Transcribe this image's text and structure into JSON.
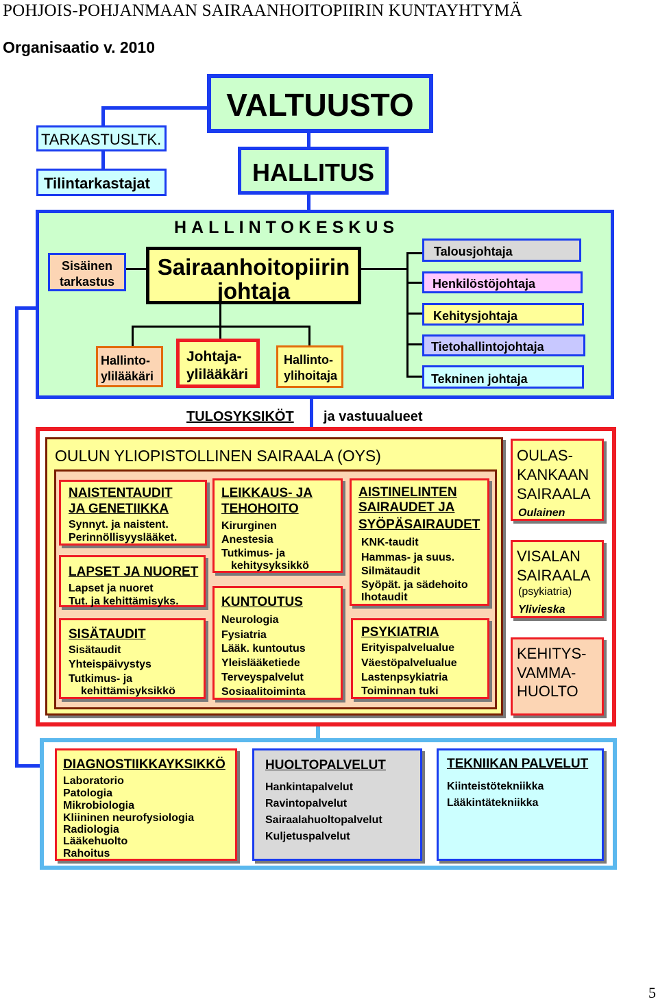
{
  "header": {
    "organization": "POHJOIS-POHJANMAAN SAIRAANHOITOPIIRIN KUNTAYHTYMÄ",
    "subtitle": "Organisaatio v. 2010"
  },
  "top": {
    "valtuusto": "VALTUUSTO",
    "hallitus": "HALLITUS",
    "tarkastusltk": "TARKASTUSLTK.",
    "tilintarkastajat": "Tilintarkastajat"
  },
  "hallintokeskus": {
    "title": "HALLINTOKESKUS",
    "sisainen_tarkastus": [
      "Sisäinen",
      "tarkastus"
    ],
    "johtaja": [
      "Sairaanhoitopiirin",
      "johtaja"
    ],
    "hallintoylilaakari": [
      "Hallinto-",
      "ylilääkäri"
    ],
    "johtajaylilaakari": [
      "Johtaja-",
      "ylilääkäri"
    ],
    "hallintoylihoitaja": [
      "Hallinto-",
      "ylihoitaja"
    ],
    "directors": [
      {
        "label": "Talousjohtaja",
        "color": "#d9d9d9"
      },
      {
        "label": "Henkilöstöjohtaja",
        "color": "#ffc8ff"
      },
      {
        "label": "Kehitysjohtaja",
        "color": "#ffff99"
      },
      {
        "label": "Tietohallintojohtaja",
        "color": "#c8c8ff"
      },
      {
        "label": "Tekninen johtaja",
        "color": "#ccffff"
      }
    ]
  },
  "tulosyksikot": {
    "label": "TULOSYKSIKÖT",
    "suffix": "ja vastuualueet"
  },
  "oys": {
    "title": "OULUN YLIOPISTOLLINEN SAIRAALA (OYS)",
    "naistentaudit": {
      "title": [
        "NAISTENTAUDIT",
        "JA GENETIIKKA"
      ],
      "items": [
        "Synnyt. ja naistent.",
        "Perinnöllisyyslääket."
      ]
    },
    "lapset": {
      "title": "LAPSET JA NUORET",
      "items": [
        "Lapset ja nuoret",
        "Tut. ja kehittämisyks."
      ]
    },
    "sisataudit": {
      "title": "SISÄTAUDIT",
      "items": [
        "Sisätaudit",
        "Yhteispäivystys",
        "Tutkimus- ja",
        "kehittämisyksikkö"
      ]
    },
    "leikkaus": {
      "title": [
        "LEIKKAUS- JA",
        "TEHOHOITO"
      ],
      "items": [
        "Kirurginen",
        "Anestesia",
        "Tutkimus- ja",
        "kehitysyksikkö"
      ]
    },
    "kuntoutus": {
      "title": "KUNTOUTUS",
      "items": [
        "Neurologia",
        "Fysiatria",
        "Lääk. kuntoutus",
        "Yleislääketiede",
        "Terveyspalvelut",
        "Sosiaalitoiminta"
      ]
    },
    "aistinelinten": {
      "title": [
        "AISTINELINTEN",
        "SAIRAUDET JA",
        "SYÖPÄSAIRAUDET"
      ],
      "items": [
        "KNK-taudit",
        "Hammas- ja suus.",
        "Silmätaudit",
        "Syöpät. ja sädehoito",
        "Ihotaudit"
      ]
    },
    "psykiatria": {
      "title": "PSYKIATRIA",
      "items": [
        "Erityispalvelualue",
        "Väestöpalvelualue",
        "Lastenpsykiatria",
        "Toiminnan tuki"
      ]
    }
  },
  "side": {
    "oulaskankaan": {
      "title": [
        "OULAS-",
        "KANKAAN",
        "SAIRAALA"
      ],
      "place": "Oulainen"
    },
    "visalan": {
      "title": [
        "VISALAN",
        "SAIRAALA"
      ],
      "note": "(psykiatria)",
      "place": "Ylivieska"
    },
    "kehitysvamma": {
      "title": [
        "KEHITYS-",
        "VAMMA-",
        "HUOLTO"
      ]
    }
  },
  "bottom": {
    "diagnostiikka": {
      "title": "DIAGNOSTIIKKAYKSIKKÖ",
      "items": [
        "Laboratorio",
        "Patologia",
        "Mikrobiologia",
        "Kliininen neurofysiologia",
        "Radiologia",
        "Lääkehuolto",
        "Rahoitus"
      ]
    },
    "huolto": {
      "title": "HUOLTOPALVELUT",
      "items": [
        "Hankintapalvelut",
        "Ravintopalvelut",
        "Sairaalahuoltopalvelut",
        "Kuljetuspalvelut"
      ]
    },
    "tekniikka": {
      "title": "TEKNIIKAN PALVELUT",
      "items": [
        "Kiinteistötekniikka",
        "Lääkintätekniikka"
      ]
    }
  },
  "page_number": "5",
  "colors": {
    "blue_line": "#1a3cf0",
    "green_panel": "#ccffcc",
    "red_frame": "#ee1c24",
    "yellow": "#ffff99",
    "peach": "#fcd5b4",
    "light_blue_frame": "#5bb8ee"
  }
}
